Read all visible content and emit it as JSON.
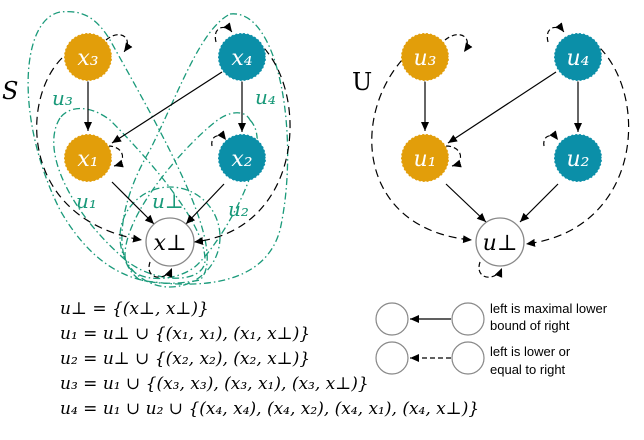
{
  "left_panel": {
    "title": "S",
    "nodes": {
      "x3": "x₃",
      "x4": "x₄",
      "x1": "x₁",
      "x2": "x₂",
      "xb": "x⊥"
    },
    "set_labels": {
      "u3": "u₃",
      "u4": "u₄",
      "u1": "u₁",
      "u2": "u₂",
      "ub": "u⊥"
    }
  },
  "right_panel": {
    "title": "U",
    "nodes": {
      "u3": "u₃",
      "u4": "u₄",
      "u1": "u₁",
      "u2": "u₂",
      "ub": "u⊥"
    }
  },
  "equations": [
    "u⊥ = {(x⊥, x⊥)}",
    "u₁ = u⊥ ∪ {(x₁, x₁), (x₁, x⊥)}",
    "u₂ = u⊥ ∪ {(x₂, x₂), (x₂, x⊥)}",
    "u₃ = u₁ ∪ {(x₃, x₃), (x₃, x₁), (x₃, x⊥)}",
    "u₄ = u₁ ∪ u₂ ∪ {(x₄, x₄), (x₄, x₂), (x₄, x₁), (x₄, x⊥)}"
  ],
  "legend": {
    "solid_line1": "left is maximal lower",
    "solid_line2": "bound of right",
    "dashed_line1": "left is lower or",
    "dashed_line2": "equal to right"
  },
  "colors": {
    "orange": "#E29E0A",
    "teal": "#0B8FA8",
    "set_outline": "#1a9a7a"
  }
}
